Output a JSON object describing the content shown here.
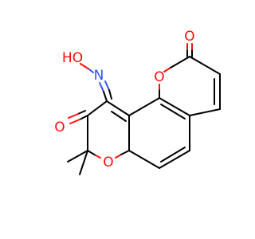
{
  "structure": {
    "atoms": {
      "o_hydroxyl": {
        "symbol": "O",
        "suffix": "",
        "prefix": "H",
        "color": "#ff0d0d"
      },
      "n_oxime": {
        "symbol": "N",
        "color": "#3050f8"
      },
      "o_lactone_carbonyl": {
        "symbol": "O",
        "color": "#ff0d0d"
      },
      "o_lactone_ring": {
        "symbol": "O",
        "color": "#ff0d0d"
      },
      "o_ketone": {
        "symbol": "O",
        "color": "#ff0d0d"
      },
      "o_pyran_ring": {
        "symbol": "O",
        "color": "#ff0d0d"
      }
    },
    "hydroxyl_label": "HO",
    "colors": {
      "carbon_bond": "#000000",
      "oxygen": "#ff0d0d",
      "nitrogen": "#3050f8",
      "background": "#ffffff"
    }
  }
}
